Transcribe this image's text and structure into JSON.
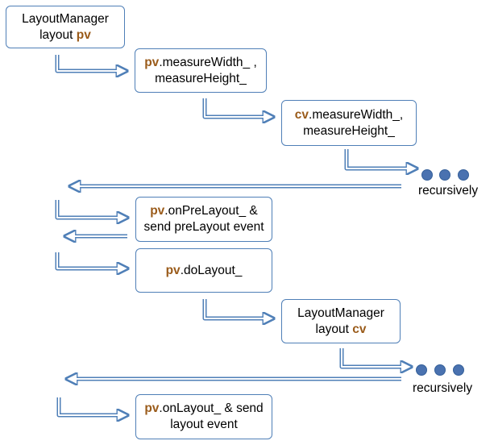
{
  "colors": {
    "box_border": "#4f7fb7",
    "arrow": "#4f7fb7",
    "dot": "#4a72b0",
    "variable": "#9a5b1a"
  },
  "boxes": {
    "layout_pv": {
      "line1": "LayoutManager",
      "line2_prefix": "layout ",
      "line2_var": "pv"
    },
    "measure_pv": {
      "var": "pv",
      "line1_rest": ".measureWidth_ ,",
      "line2": "measureHeight_"
    },
    "measure_cv": {
      "var": "cv",
      "line1_rest": ".measureWidth_,",
      "line2": "measureHeight_"
    },
    "prelayout_pv": {
      "var": "pv",
      "line1_rest": ".onPreLayout_ &",
      "line2": "send preLayout event"
    },
    "dolayout_pv": {
      "var": "pv",
      "line1_rest": ".doLayout_"
    },
    "layout_cv": {
      "line1": "LayoutManager",
      "line2_prefix": "layout ",
      "line2_var": "cv"
    },
    "onlayout_pv": {
      "var": "pv",
      "line1_rest": ".onLayout_ & send",
      "line2": "layout event"
    }
  },
  "notes": {
    "recursively_1": "recursively",
    "recursively_2": "recursively"
  }
}
